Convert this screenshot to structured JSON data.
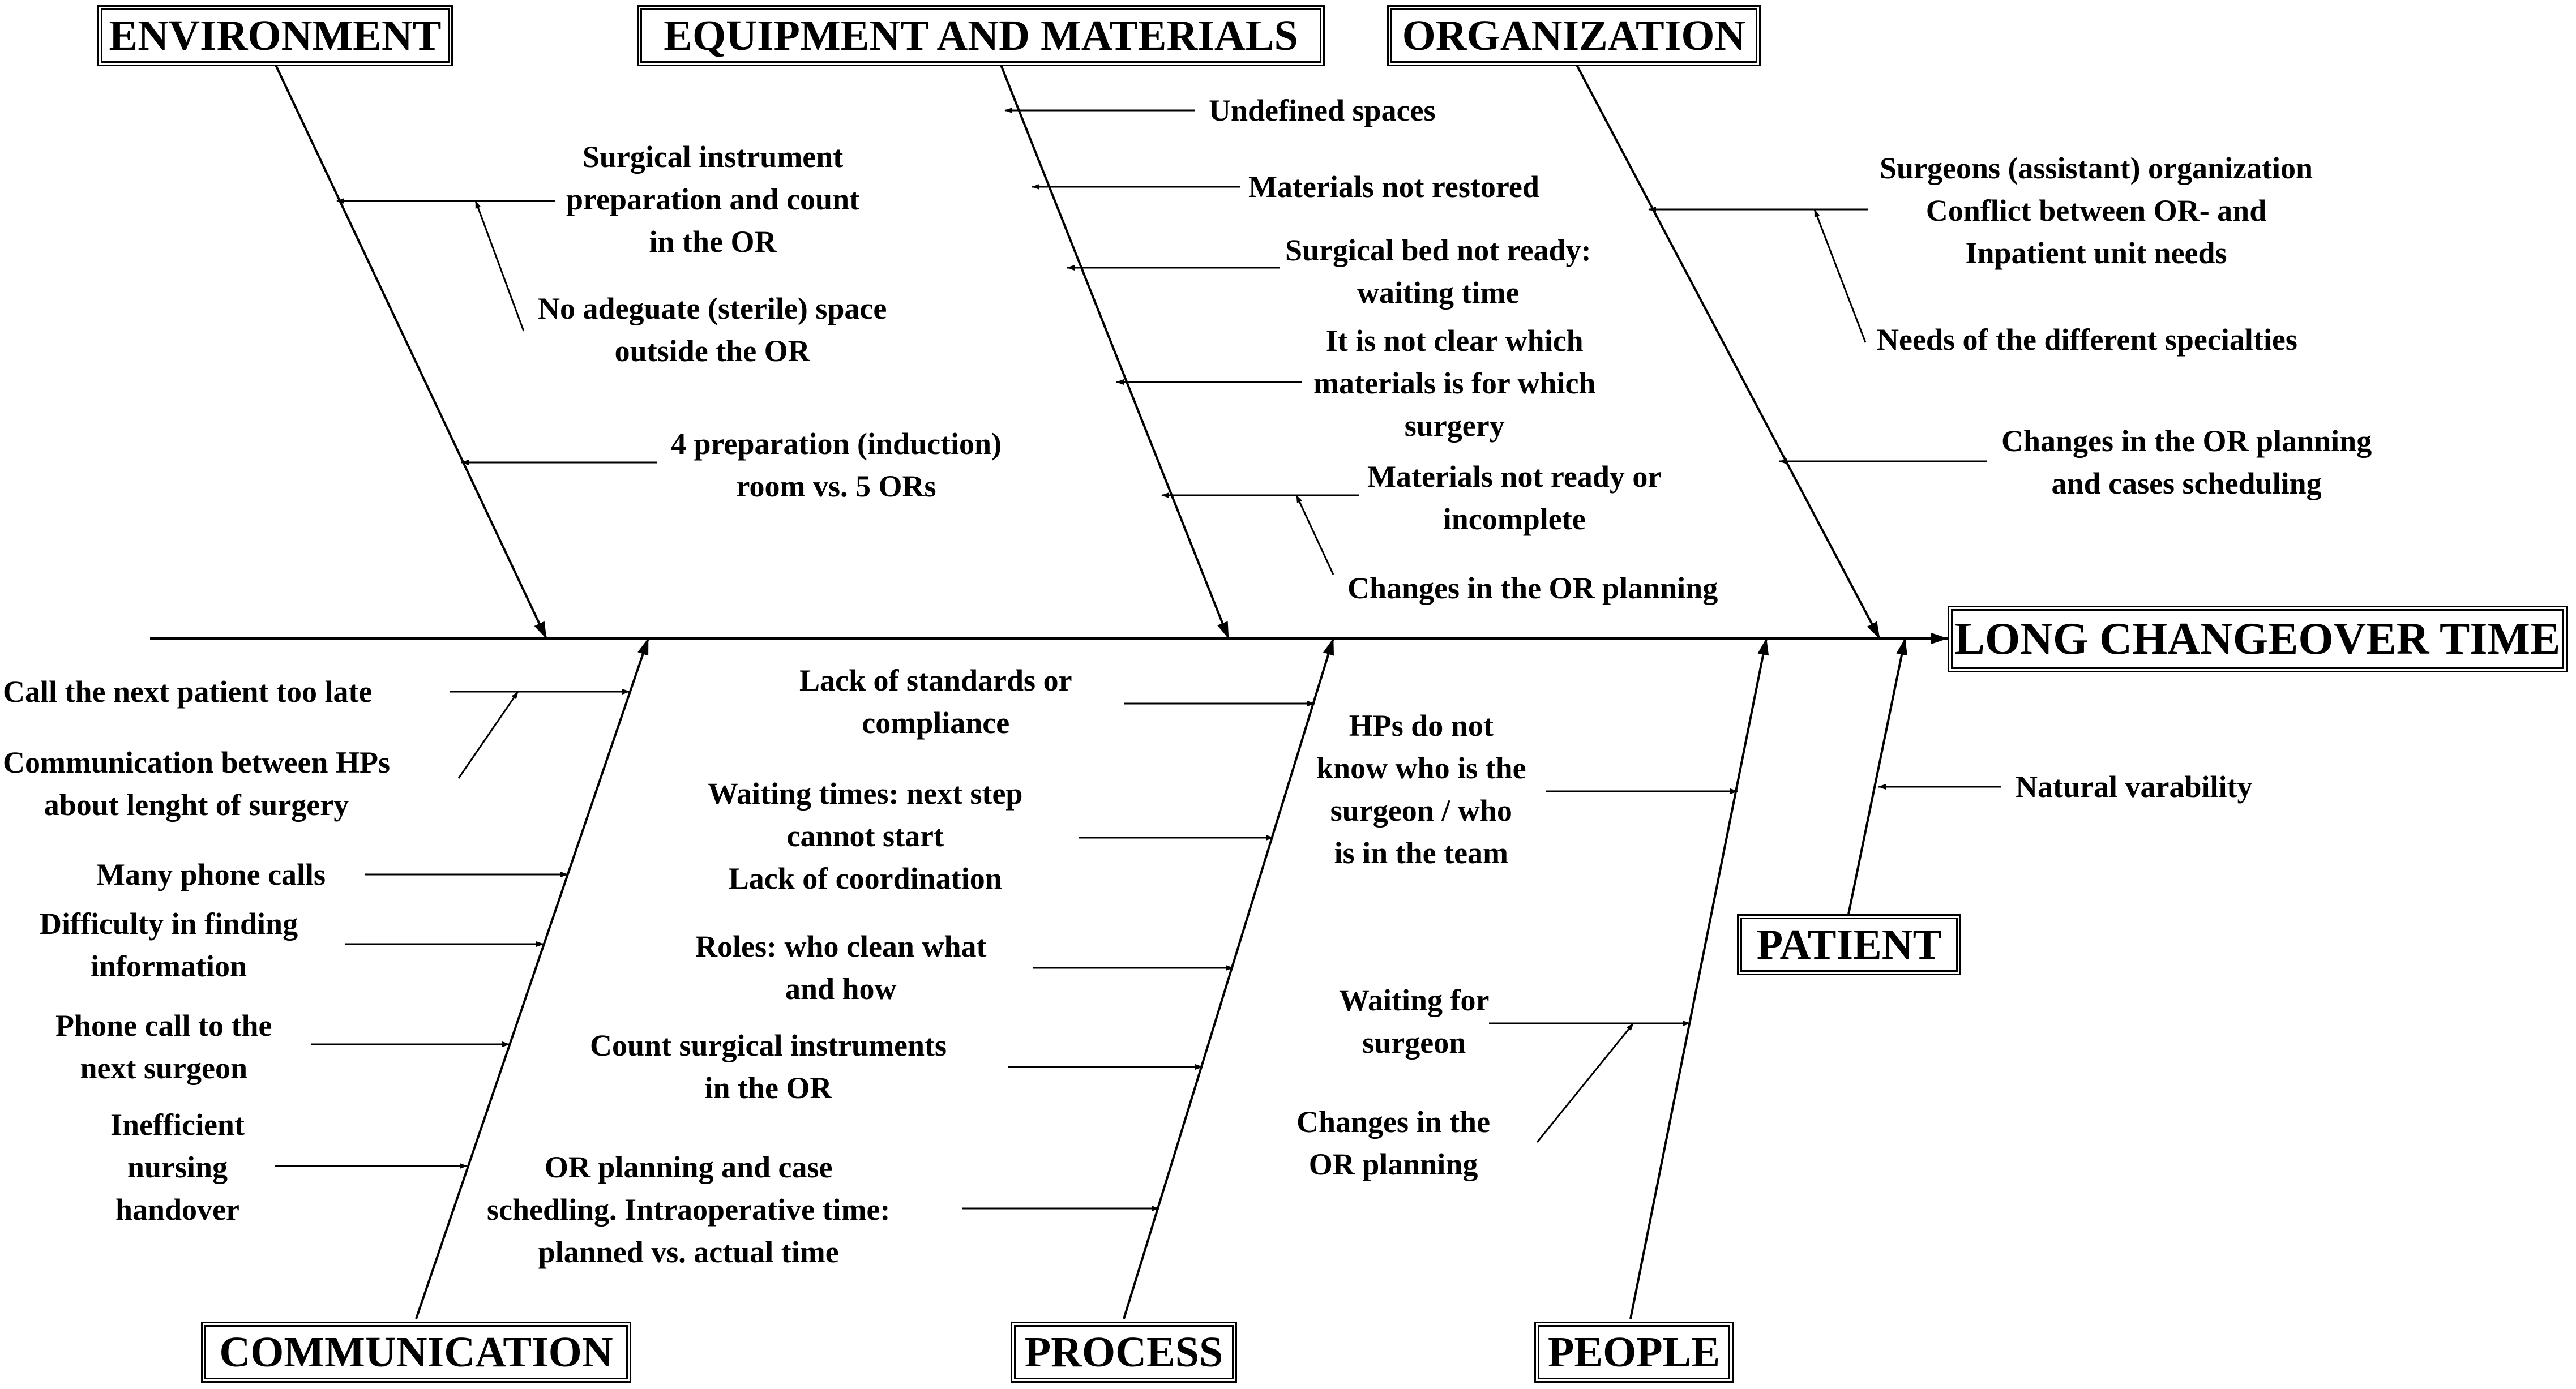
{
  "effect": "LONG CHANGEOVER TIME",
  "categories": {
    "environment": "ENVIRONMENT",
    "equipment": "EQUIPMENT AND MATERIALS",
    "organization": "ORGANIZATION",
    "communication": "COMMUNICATION",
    "process": "PROCESS",
    "people": "PEOPLE",
    "patient": "PATIENT"
  },
  "causes": {
    "environment": [
      {
        "lines": [
          "Surgical instrument",
          "preparation and count",
          "in the OR"
        ]
      },
      {
        "lines": [
          "No adeguate (sterile) space",
          "outside the OR"
        ]
      },
      {
        "lines": [
          "4 preparation (induction)",
          "room vs. 5 ORs"
        ]
      }
    ],
    "equipment": [
      {
        "lines": [
          "Undefined spaces"
        ]
      },
      {
        "lines": [
          "Materials not restored"
        ]
      },
      {
        "lines": [
          "Surgical bed not ready:",
          "waiting time"
        ]
      },
      {
        "lines": [
          "It is not clear which",
          "materials is for which",
          "surgery"
        ]
      },
      {
        "lines": [
          "Materials not ready or",
          "incomplete"
        ]
      },
      {
        "lines": [
          "Changes in the OR planning"
        ]
      }
    ],
    "organization": [
      {
        "lines": [
          "Surgeons (assistant) organization",
          "Conflict between OR- and",
          "Inpatient unit needs"
        ]
      },
      {
        "lines": [
          "Needs of the different specialties"
        ]
      },
      {
        "lines": [
          "Changes in the OR planning",
          "and cases scheduling"
        ]
      }
    ],
    "communication": [
      {
        "lines": [
          "Call the next patient too late"
        ]
      },
      {
        "lines": [
          "Communication between HPs",
          "about lenght of surgery"
        ]
      },
      {
        "lines": [
          "Many phone calls"
        ]
      },
      {
        "lines": [
          "Difficulty in finding",
          "information"
        ]
      },
      {
        "lines": [
          "Phone call to the",
          "next surgeon"
        ]
      },
      {
        "lines": [
          "Inefficient",
          "nursing",
          "handover"
        ]
      }
    ],
    "process": [
      {
        "lines": [
          "Lack of standards or",
          "compliance"
        ]
      },
      {
        "lines": [
          "Waiting times: next step",
          "cannot start",
          "Lack of coordination"
        ]
      },
      {
        "lines": [
          "Roles: who clean what",
          "and how"
        ]
      },
      {
        "lines": [
          "Count surgical instruments",
          "in the OR"
        ]
      },
      {
        "lines": [
          "OR planning and case",
          "schedling. Intraoperative time:",
          "planned vs. actual time"
        ]
      }
    ],
    "people": [
      {
        "lines": [
          "HPs do not",
          "know who is the",
          "surgeon / who",
          "is in the team"
        ]
      },
      {
        "lines": [
          "Waiting for",
          "surgeon"
        ]
      },
      {
        "lines": [
          "Changes in the",
          "OR planning"
        ]
      }
    ],
    "patient": [
      {
        "lines": [
          "Natural varability"
        ]
      }
    ]
  }
}
